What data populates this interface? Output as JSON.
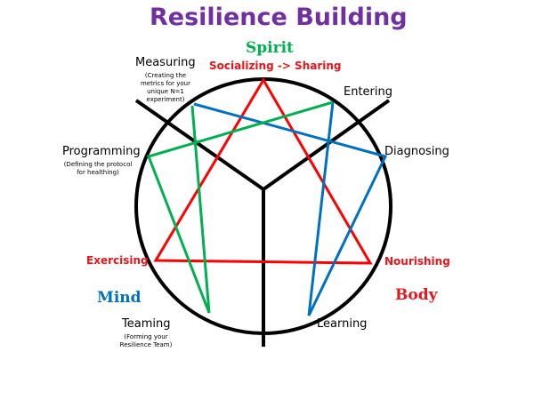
{
  "title": "Resilience Building",
  "groups": {
    "spirit": "Spirit",
    "mind": "Mind",
    "body": "Body"
  },
  "nodes": {
    "socializing": "Socializing -> Sharing",
    "entering": "Entering",
    "diagnosing": "Diagnosing",
    "nourishing": "Nourishing",
    "learning": "Learning",
    "teaming": "Teaming",
    "teaming_sub": "(Forming your Resilience Team)",
    "exercising": "Exercising",
    "programming": "Programming",
    "programming_sub": "(Defining the protocol for healthing)",
    "measuring": "Measuring",
    "measuring_sub": "(Creating the metrics for your unique N=1 experiment)"
  },
  "colors": {
    "title": "#7030a0",
    "spirit": "#00b050",
    "mind": "#0070c0",
    "body": "#e8151b",
    "red": "#ff0000",
    "green": "#00b050",
    "blue": "#0070c0"
  }
}
